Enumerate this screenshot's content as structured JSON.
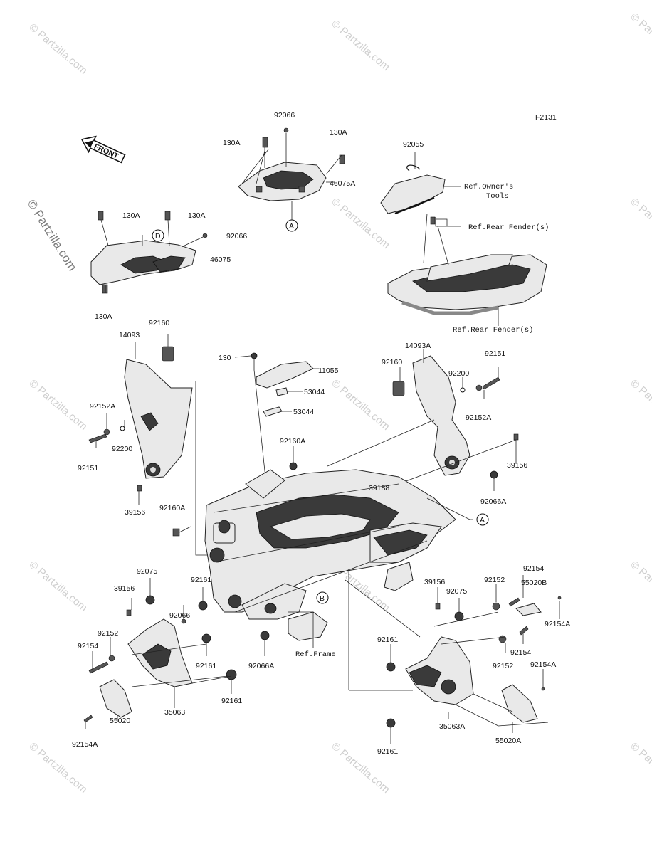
{
  "figure_code": "F2131",
  "front_label": "FRONT",
  "watermark": "© Partzilla.com",
  "watermark_small": "Partzilla.com",
  "callouts": {
    "A": "A",
    "B": "B",
    "D": "D"
  },
  "labels": {
    "l_92066_top": "92066",
    "l_130A_a": "130A",
    "l_130A_b": "130A",
    "l_46075A": "46075A",
    "l_92055": "92055",
    "l_ref_owners": "Ref.Owner's",
    "l_tools": "Tools",
    "l_130A_c": "130A",
    "l_130A_d": "130A",
    "l_92066_b": "92066",
    "l_46075": "46075",
    "l_ref_rear_fender_a": "Ref.Rear Fender(s)",
    "l_130A_e": "130A",
    "l_ref_rear_fender_b": "Ref.Rear Fender(s)",
    "l_92160_a": "92160",
    "l_14093": "14093",
    "l_130": "130",
    "l_11055": "11055",
    "l_14093A": "14093A",
    "l_92151_a": "92151",
    "l_92160_b": "92160",
    "l_92200_a": "92200",
    "l_53044_a": "53044",
    "l_53044_b": "53044",
    "l_92152A_a": "92152A",
    "l_92152A_b": "92152A",
    "l_92200_b": "92200",
    "l_92151_b": "92151",
    "l_92160A_a": "92160A",
    "l_39156_a": "39156",
    "l_39188": "39188",
    "l_92066A_a": "92066A",
    "l_39156_b": "39156",
    "l_92160A_b": "92160A",
    "l_92075_a": "92075",
    "l_39156_c": "39156",
    "l_92161_a": "92161",
    "l_92154_a": "92154",
    "l_39156_d": "39156",
    "l_92075_b": "92075",
    "l_92152_a": "92152",
    "l_55020B": "55020B",
    "l_92066_c": "92066",
    "l_92154A_a": "92154A",
    "l_92152_b": "92152",
    "l_92154_b": "92154",
    "l_92161_b": "92161",
    "l_92066A_b": "92066A",
    "l_ref_frame": "Ref.Frame",
    "l_92161_c": "92161",
    "l_92154_c": "92154",
    "l_92152_c": "92152",
    "l_92154A_b": "92154A",
    "l_35063": "35063",
    "l_92161_d": "92161",
    "l_92161_e": "92161",
    "l_35063A": "35063A",
    "l_92154A_c": "92154A",
    "l_55020": "55020",
    "l_55020A": "55020A"
  }
}
